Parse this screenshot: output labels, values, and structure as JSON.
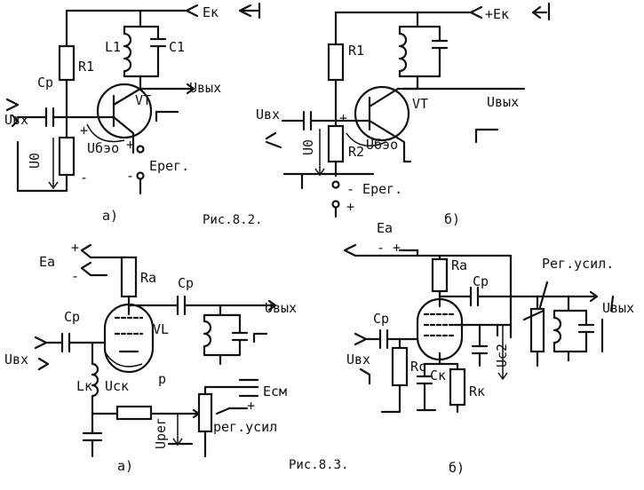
{
  "fig2a": {
    "ek": "Eк",
    "r1": "R1",
    "l1": "L1",
    "c1": "C1",
    "cp": "Cр",
    "vt": "VT",
    "uout": "Uвых",
    "uin": "Uвх",
    "u0": "U0",
    "ubeo": "Uбэо",
    "ereg": "Eрег.",
    "letter": "а)",
    "plus": "+",
    "minus": "-"
  },
  "fig2b": {
    "ek": "+Eк",
    "r1": "R1",
    "r2": "R2",
    "vt": "VT",
    "uout": "Uвых",
    "uin": "Uвх",
    "u0": "U0",
    "ubeo": "Uбэо",
    "ereg": "- Eрег.",
    "letter": "б)",
    "plus": "+"
  },
  "fig3a": {
    "ea": "Eа",
    "ra": "Rа",
    "cp_top": "Cр",
    "cp_in": "Cр",
    "vl": "VL",
    "uout": "Uвых",
    "uin": "Uвх",
    "lk": "Lк",
    "usk": "Uск",
    "p": "р",
    "ecm": "Eсм",
    "ureg": "Uрег",
    "regus": "рег.усил",
    "letter": "а)",
    "plus": "+",
    "minus": "-"
  },
  "fig3b": {
    "ea": "Eа",
    "ra": "Rа",
    "cp_top": "Cр",
    "cp_in": "Cр",
    "regus": "Рег.усил.",
    "uout": "Uвых",
    "uin": "Uвх",
    "rc": "Rс",
    "ck": "Cк",
    "rk": "Rк",
    "uc2": "Uс2",
    "letter": "б)",
    "signs": "- +"
  },
  "captions": {
    "fig82": "Рис.8.2.",
    "fig83": "Рис.8.3."
  }
}
